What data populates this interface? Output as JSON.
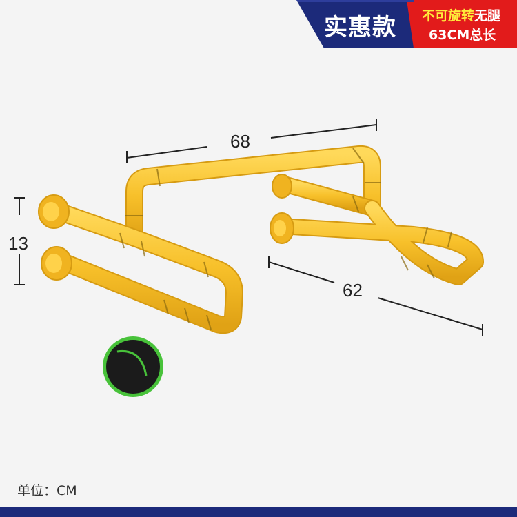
{
  "badge": {
    "deal_label": "实惠款",
    "note_line1_red": "不可旋转",
    "note_line1_white": "无腿",
    "note_line2": "63CM总长",
    "colors": {
      "blue": "#1c2a7a",
      "red": "#e21b1b",
      "yellow_text": "#ffeb3b"
    }
  },
  "dimensions": {
    "width_top": "68",
    "height_left": "13",
    "width_bottom": "62"
  },
  "unit_label": "单位：CM",
  "product": {
    "rail_color": "#f7c02a",
    "swatch_color": "#1b1b1b",
    "swatch_ring": "#48c23a"
  }
}
